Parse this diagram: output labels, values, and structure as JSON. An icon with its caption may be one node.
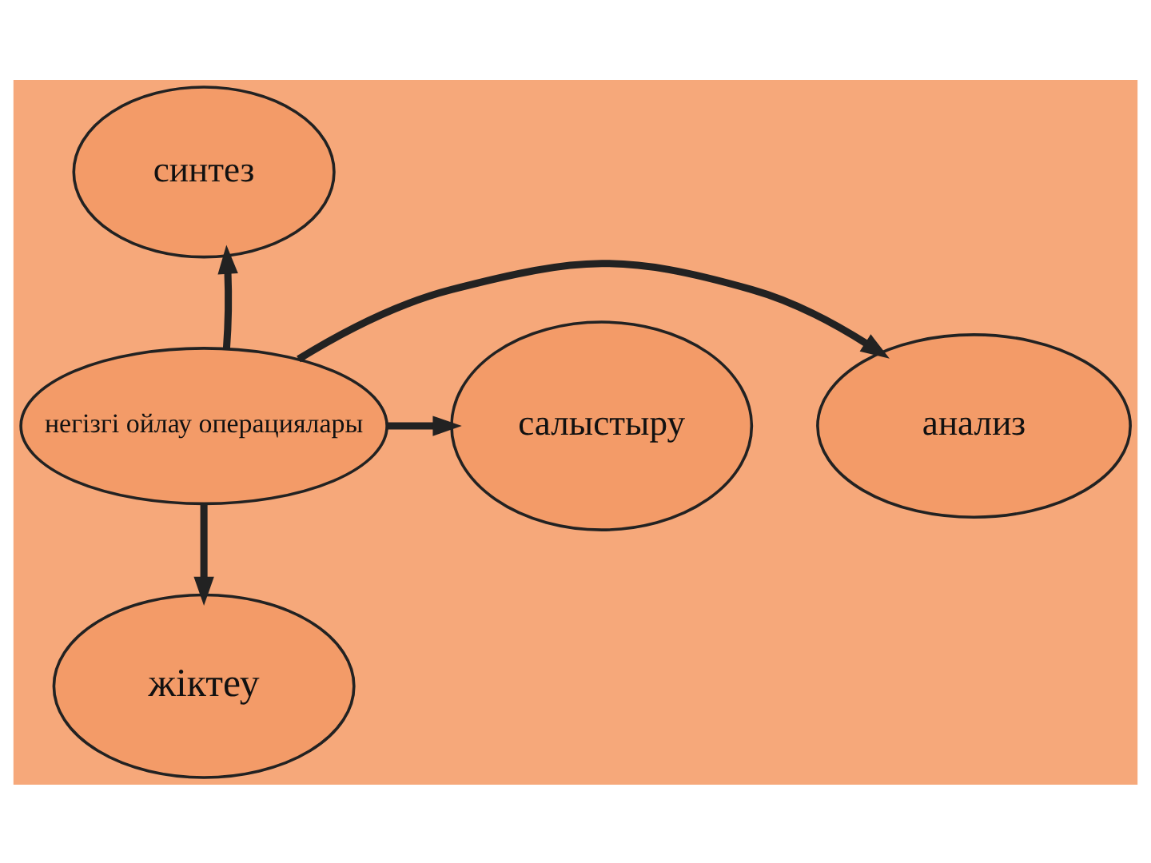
{
  "diagram": {
    "nodes": [
      {
        "text": [
          "негізгі ойлау операциялары"
        ]
      },
      {
        "text": [
          "синтез"
        ]
      },
      {
        "text": [
          "анализ"
        ]
      },
      {
        "text": [
          "салыстыру"
        ]
      },
      {
        "text": [
          "жіктеу"
        ]
      }
    ],
    "edges": [
      {
        "from": 0,
        "to": 1,
        "arrow": "to"
      },
      {
        "from": 0,
        "to": 2,
        "arrow": "to"
      },
      {
        "from": 0,
        "to": 3,
        "arrow": "to"
      },
      {
        "from": 0,
        "to": 4,
        "arrow": "to"
      }
    ]
  }
}
